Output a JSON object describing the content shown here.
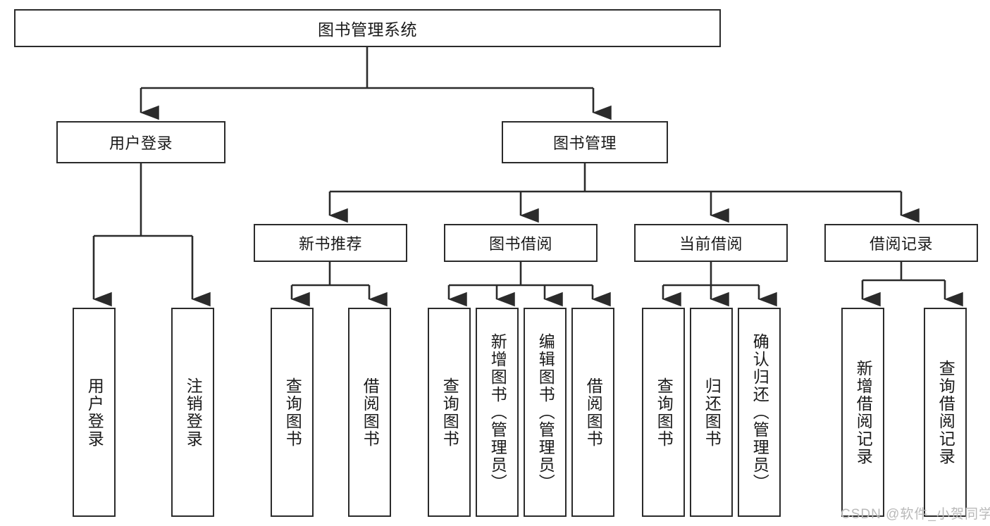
{
  "diagram": {
    "title": "图书管理系统",
    "type": "tree-hierarchy",
    "levels": 4,
    "root": {
      "label": "图书管理系统"
    },
    "level2": [
      {
        "label": "用户登录"
      },
      {
        "label": "图书管理"
      }
    ],
    "level3": [
      {
        "label": "新书推荐"
      },
      {
        "label": "图书借阅"
      },
      {
        "label": "当前借阅"
      },
      {
        "label": "借阅记录"
      }
    ],
    "leaves": {
      "user_login": [
        {
          "label": "用户登录"
        },
        {
          "label": "注销登录"
        }
      ],
      "new_book_recommend": [
        {
          "label": "查询图书"
        },
        {
          "label": "借阅图书"
        }
      ],
      "book_borrow": [
        {
          "label": "查询图书"
        },
        {
          "label": "新增图书（管理员）"
        },
        {
          "label": "编辑图书（管理员）"
        },
        {
          "label": "借阅图书"
        }
      ],
      "current_borrow": [
        {
          "label": "查询图书"
        },
        {
          "label": "归还图书"
        },
        {
          "label": "确认归还（管理员）"
        }
      ],
      "borrow_record": [
        {
          "label": "新增借阅记录"
        },
        {
          "label": "查询借阅记录"
        }
      ]
    }
  },
  "watermark": {
    "text": "CSDN @软件_小贺同学"
  },
  "colors": {
    "stroke": "#2b2b2b",
    "fill": "#ffffff",
    "text": "#1a1a1a",
    "watermark": "#b9b9b9"
  }
}
